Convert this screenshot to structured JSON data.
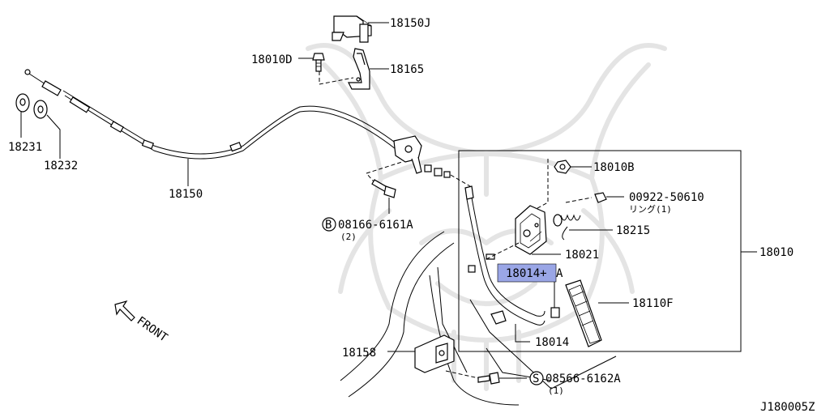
{
  "highlight_color": "#9aa6e6",
  "callouts": {
    "c18150J": "18150J",
    "c18010D": "18010D",
    "c18165": "18165",
    "c18231": "18231",
    "c18232": "18232",
    "c18150": "18150",
    "c18010B": "18010B",
    "c00922": "00922-50610",
    "c00922_sub": "リング(1)",
    "c18215": "18215",
    "c18010": "18010",
    "c18021": "18021",
    "c18014A_hl": "18014+",
    "c18014A_suffix": "A",
    "c18110F": "18110F",
    "c18014": "18014",
    "c18158": "18158",
    "c08166_mark": "B",
    "c08166": "08166-6161A",
    "c08166_sub": "(2)",
    "c08566_mark": "S",
    "c08566": "08566-6162A",
    "c08566_sub": "(1)"
  },
  "front_label": "FRONT",
  "diagram_code": "J180005Z"
}
